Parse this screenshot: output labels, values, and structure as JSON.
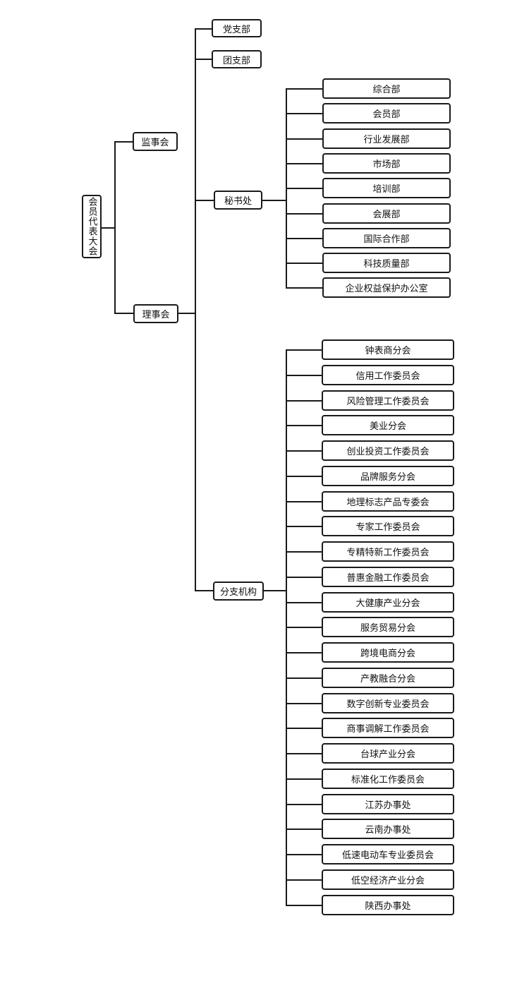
{
  "root": "会员代表大会",
  "supervisory": "监事会",
  "council": "理事会",
  "party_branch": "党支部",
  "youth_branch": "团支部",
  "secretariat": {
    "label": "秘书处",
    "departments": [
      "综合部",
      "会员部",
      "行业发展部",
      "市场部",
      "培训部",
      "会展部",
      "国际合作部",
      "科技质量部",
      "企业权益保护办公室"
    ]
  },
  "branches": {
    "label": "分支机构",
    "items": [
      "钟表商分会",
      "信用工作委员会",
      "风险管理工作委员会",
      "美业分会",
      "创业投资工作委员会",
      "品牌服务分会",
      "地理标志产品专委会",
      "专家工作委员会",
      "专精特新工作委员会",
      "普惠金融工作委员会",
      "大健康产业分会",
      "服务贸易分会",
      "跨境电商分会",
      "产教融合分会",
      "数字创新专业委员会",
      "商事调解工作委员会",
      "台球产业分会",
      "标准化工作委员会",
      "江苏办事处",
      "云南办事处",
      "低速电动车专业委员会",
      "低空经济产业分会",
      "陕西办事处"
    ]
  }
}
